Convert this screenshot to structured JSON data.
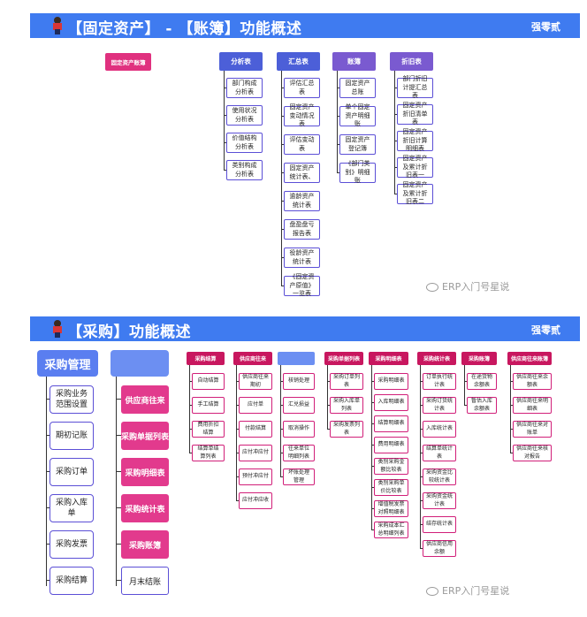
{
  "section1": {
    "title": "【固定资产】 - 【账簿】功能概述",
    "author": "强零贰",
    "root": "固定资产账簿",
    "columns": [
      {
        "head": "分析表",
        "items": [
          "部门构成分析表",
          "使用状况分析表",
          "价值结构分析表",
          "类别构成分析表"
        ]
      },
      {
        "head": "汇总表",
        "items": [
          "评估汇总表",
          "固定资产变动情况表",
          "评估变动表",
          "固定资产统计表、",
          "逾龄资产统计表",
          "盘盈盘亏报告表",
          "役龄资产统计表",
          "《固定资产原值》一览表"
        ]
      },
      {
        "head": "账簿",
        "items": [
          "固定资产总账",
          "单个固定资产明细账",
          "固定资产登记簿",
          "《部门类别》明细账"
        ]
      },
      {
        "head": "折旧表",
        "items": [
          "部门折旧计提汇总表",
          "固定资产折旧清单表",
          "固定资产折旧计算明细表",
          "固定资产及累计折旧表一",
          "固定资产及累计折旧表二"
        ]
      }
    ],
    "watermark": "ERP入门号星说"
  },
  "section2": {
    "title": "【采购】功能概述",
    "author": "强零贰",
    "main_head": "采购管理",
    "left_items": [
      "采购业务范围设置",
      "期初记账",
      "采购订单",
      "采购入库单",
      "采购发票",
      "采购结算"
    ],
    "center_items": [
      "供应商往来",
      "采购单据列表",
      "采购明细表",
      "采购统计表",
      "采购账簿",
      "月末结账"
    ],
    "columns": [
      {
        "head": "采购结算",
        "items": [
          "自动结算",
          "手工结算",
          "费用折扣结算",
          "结算单结算列表"
        ]
      },
      {
        "head": "供应商往来",
        "items": [
          "供应商往来期初",
          "应付单",
          "付款结算",
          "应付冲应付",
          "预付冲应付",
          "应付冲应收"
        ]
      },
      {
        "head": "",
        "items": [
          "核销处理",
          "汇兑损益",
          "取消操作",
          "往来单位明细列表",
          "坏账处理管理"
        ]
      },
      {
        "head": "采购单据列表",
        "items": [
          "采购订单列表",
          "采购入库单列表",
          "采购发票列表"
        ]
      },
      {
        "head": "采购明细表",
        "items": [
          "采购明细表",
          "入库明细表",
          "结算明细表",
          "费用明细表",
          "类别采购金额比较表",
          "类别采购单价比较表",
          "增值税发票对照明细表",
          "采购成本汇总明细列表"
        ]
      },
      {
        "head": "采购统计表",
        "items": [
          "订单执行统计表",
          "采购订货统计表",
          "入库统计表",
          "结算单统计表",
          "采购资金比较统计表",
          "采购资金统计表",
          "结存统计表",
          "供应商信用余额"
        ]
      },
      {
        "head": "采购账簿",
        "items": [
          "在途货物余额表",
          "暂估入库余额表"
        ]
      },
      {
        "head": "供应商往来账簿",
        "items": [
          "供应商往来余额表",
          "供应商往来明细表",
          "供应商往来对账单",
          "供应商往来核对报告"
        ]
      }
    ],
    "watermark": "ERP入门号星说"
  }
}
